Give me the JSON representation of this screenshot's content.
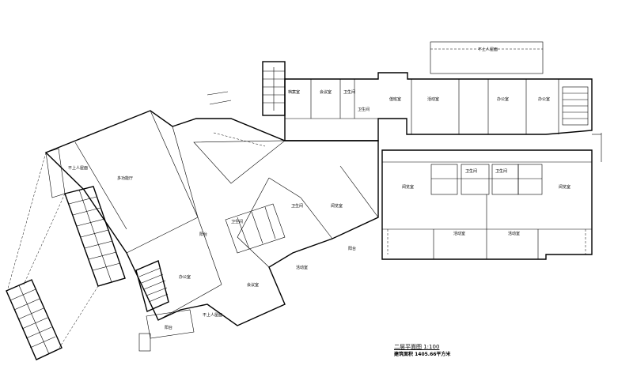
{
  "drawing": {
    "title": "二层平面图 1:100",
    "subtitle": "建筑面积 1405.66平方米"
  },
  "rooms": [
    {
      "id": "r1",
      "label": "不上人屋面"
    },
    {
      "id": "r2",
      "label": "活动室"
    },
    {
      "id": "r3",
      "label": "办公室"
    },
    {
      "id": "r4",
      "label": "办公室"
    },
    {
      "id": "r5",
      "label": "值班室"
    },
    {
      "id": "r6",
      "label": "卫生间"
    },
    {
      "id": "r7",
      "label": "卫生间"
    },
    {
      "id": "r8",
      "label": "档案室"
    },
    {
      "id": "r9",
      "label": "会议室"
    },
    {
      "id": "r10",
      "label": "卫生间"
    },
    {
      "id": "r11",
      "label": "卫生间"
    },
    {
      "id": "r12",
      "label": "阅览室"
    },
    {
      "id": "r13",
      "label": "阅览室"
    },
    {
      "id": "r14",
      "label": "活动室"
    },
    {
      "id": "r15",
      "label": "活动室"
    },
    {
      "id": "r16",
      "label": "多功能厅"
    },
    {
      "id": "r17",
      "label": "卫生间"
    },
    {
      "id": "r18",
      "label": "卫生间"
    },
    {
      "id": "r19",
      "label": "阅览室"
    },
    {
      "id": "r20",
      "label": "活动室"
    },
    {
      "id": "r21",
      "label": "办公室"
    },
    {
      "id": "r22",
      "label": "会议室"
    },
    {
      "id": "r23",
      "label": "阳台"
    },
    {
      "id": "r24",
      "label": "阳台"
    },
    {
      "id": "r25",
      "label": "不上人屋面"
    },
    {
      "id": "r26",
      "label": "不上人屋面"
    },
    {
      "id": "r27",
      "label": "阳台"
    }
  ]
}
